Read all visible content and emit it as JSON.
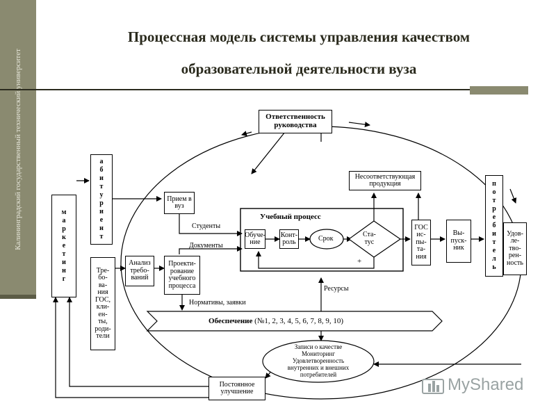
{
  "sidebar": {
    "text": "Калининградский государственный технический университет"
  },
  "title": {
    "line1": "Процессная модель системы управления качеством",
    "line2": "образовательной деятельности вуза"
  },
  "diagram": {
    "responsibility": "Ответственность\nруководства",
    "marketing": "м\nа\nр\nк\nе\nт\nи\nн\nг",
    "applicants": "а\nб\nи\nт\nу\nр\nи\nе\nн\nт",
    "requirements": "Тре-\nбо-\nва-\nния\nГОС,\nкли-\nен-\nты,\nроди-\nтели",
    "admission": "Прием в\nвуз",
    "analysis": "Анализ\nтребо-\nваний",
    "design": "Проекти-\nрование\nучебного\nпроцесса",
    "educational_process": "Учебный процесс",
    "training": "Обуче-\nние",
    "control": "Конт-\nроль",
    "term": "Срок",
    "status": "Ста-\nтус",
    "plus": "+",
    "nonconforming": "Несоответствующая\nпродукция",
    "gos_tests": "ГОС\nис-\nпы-\nта-\nния",
    "graduate": "Вы-\nпуск-\nник",
    "consumers": "п\nо\nт\nр\nе\nб\nи\nт\nе\nл\nь",
    "satisfaction": "Удов-\nле-\nтво-\nрен-\nность",
    "students": "Студенты",
    "documents": "Документы",
    "resources": "Ресурсы",
    "norms": "Нормативы, заявки",
    "provision_bold": "Обеспечение",
    "provision_rest": " (№1, 2, 3, 4, 5, 6, 7, 8, 9, 10)",
    "records": "Записи о качестве\nМониторинг\nУдовлетворенность\nвнутренних и внешних\nпотребителей",
    "improvement": "Постоянное\nулучшение"
  },
  "watermark": {
    "text": "MyShared"
  },
  "colors": {
    "sidebar": "#8a8a70",
    "title": "#2b2b1e",
    "watermark": "#9aa3a3"
  }
}
